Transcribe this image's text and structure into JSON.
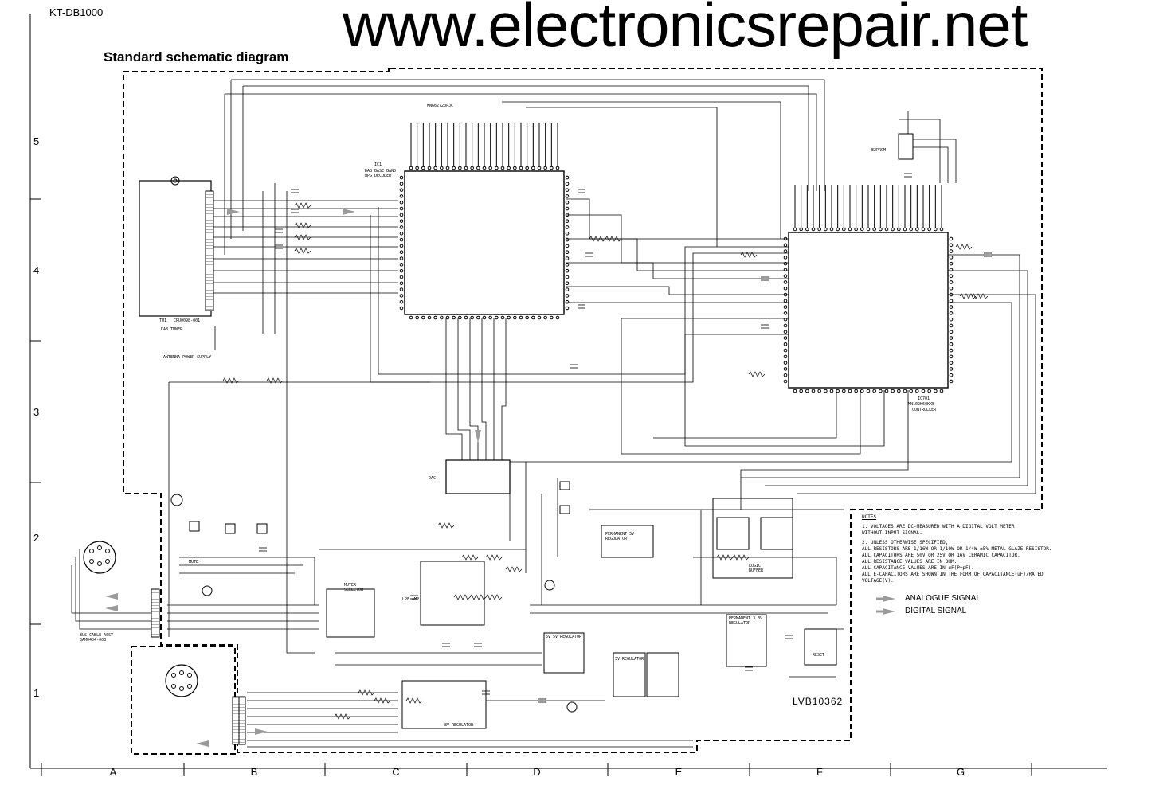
{
  "header": {
    "model": "KT-DB1000",
    "watermark": "www.electronicsrepair.net",
    "title": "Standard schematic diagram"
  },
  "grid": {
    "rows": [
      "5",
      "4",
      "3",
      "2",
      "1"
    ],
    "columns": [
      "A",
      "B",
      "C",
      "D",
      "E",
      "F",
      "G"
    ]
  },
  "blocks": {
    "dab_ic": {
      "ref": "IC1",
      "part": "MN662720PJC",
      "desc": "DAB BASE BAND\nMPG DECODER"
    },
    "controller_ic": {
      "ref": "IC701",
      "part": "MN102H60KKB",
      "desc": "CONTROLLER"
    },
    "tuner": {
      "ref": "TU1",
      "part": "CPU0098-001",
      "desc": "DAB TUNER"
    },
    "dac": {
      "label": "DAC"
    },
    "eeprom": {
      "label": "E2PROM"
    },
    "antenna": {
      "label": "ANTENNA POWER SUPPLY"
    },
    "mute": {
      "label": "MUTE"
    },
    "muter_selector": {
      "label": "MUTER\nSELECTOR"
    },
    "lpf_amp": {
      "label": "LPF AMP"
    },
    "permanent_5v": {
      "label": "PERMANENT 5V\nREGULATOR"
    },
    "regulator_5v_top": {
      "label": "5V 5V REGULATOR"
    },
    "regulator_3v": {
      "label": "3V REGULATOR"
    },
    "regulator_8v": {
      "label": "8V REGULATOR"
    },
    "permanent_3v": {
      "label": "PERMANENT 3.3V\nREGULATOR"
    },
    "logic_buffer": {
      "label": "LOGIC\nBUFFER"
    },
    "reset": {
      "label": "RESET"
    },
    "bus_cable": {
      "label": "BUS CABLE ASSY\nQAM0404-003"
    }
  },
  "notes": {
    "heading": "NOTES",
    "lines": [
      "1. VOLTAGES ARE DC-MEASURED WITH A DIGITAL VOLT METER",
      "   WITHOUT INPUT SIGNAL.",
      "2. UNLESS OTHERWISE SPECIFIED,",
      "   ALL RESISTORS ARE 1/16W OR 1/10W OR 1/4W ±5% METAL GLAZE RESISTOR.",
      "   ALL CAPACITORS ARE 50V OR 25V OR 16V CERAMIC CAPACITOR.",
      "   ALL RESISTANCE VALUES ARE IN OHM.",
      "   ALL CAPACITANCE VALUES ARE IN uF(P=pF).",
      "   ALL E-CAPACITORS ARE SHOWN IN THE FORM OF CAPACITANCE(uF)/RATED",
      "   VOLTAGE(V)."
    ]
  },
  "legend": {
    "analogue": "ANALOGUE SIGNAL",
    "digital": "DIGITAL SIGNAL"
  },
  "drawing_code": "LVB10362",
  "colors": {
    "ink": "#000000",
    "background": "#ffffff",
    "signal_arrow": "#9a9a9a"
  }
}
